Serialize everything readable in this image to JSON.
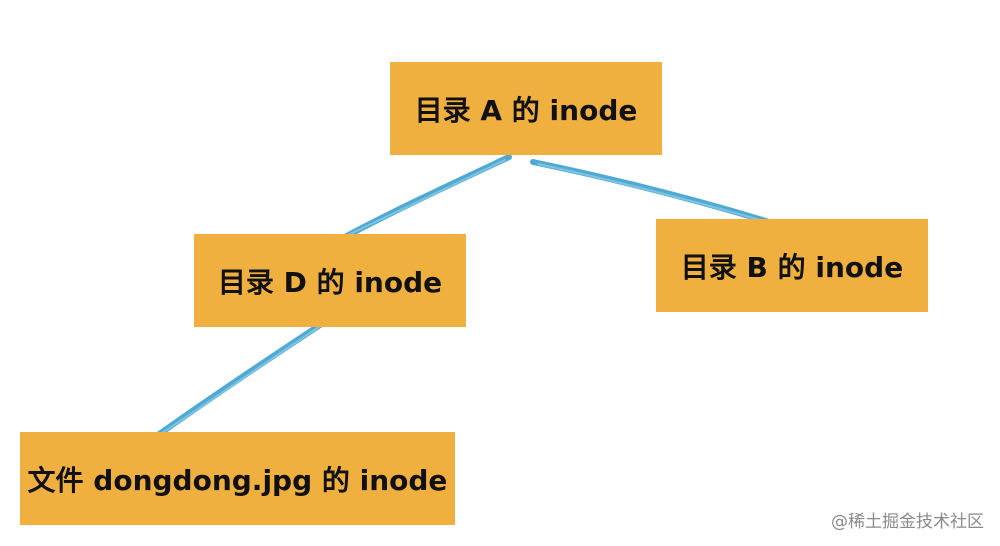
{
  "colors": {
    "node_fill": "#F0B040",
    "edge_stroke": "#4FA9D2",
    "edge_stroke_light": "#7FC3E3"
  },
  "nodes": {
    "dir_a": {
      "label": "目录 A 的 inode"
    },
    "dir_d": {
      "label": "目录 D 的 inode"
    },
    "dir_b": {
      "label": "目录 B 的 inode"
    },
    "file": {
      "label": "文件 dongdong.jpg 的 inode"
    }
  },
  "edges": [
    {
      "from": "dir_a",
      "to": "dir_d"
    },
    {
      "from": "dir_a",
      "to": "dir_b"
    },
    {
      "from": "dir_d",
      "to": "file"
    }
  ],
  "watermark": {
    "text": "@稀土掘金技术社区"
  }
}
